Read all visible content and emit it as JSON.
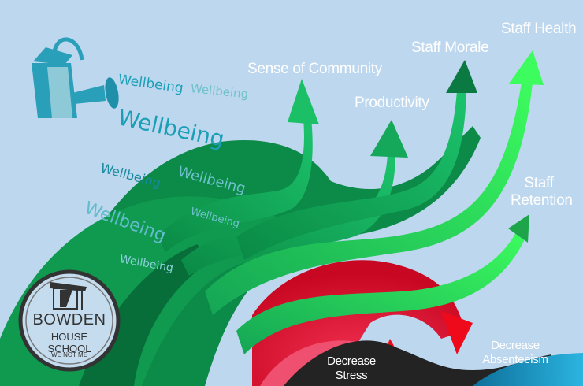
{
  "labels": {
    "sense_of_community": "Sense of Community",
    "productivity": "Productivity",
    "staff_morale": "Staff Morale",
    "staff_health": "Staff Health",
    "staff_retention_1": "Staff",
    "staff_retention_2": "Retention",
    "decrease_stress_1": "Decrease",
    "decrease_stress_2": "Stress",
    "decrease_absenteeism_1": "Decrease",
    "decrease_absenteeism_2": "Absenteeism"
  },
  "wellbeing_words": [
    "Wellbeing",
    "Wellbeing",
    "Wellbeing",
    "Wellbeing",
    "Wellbeing",
    "Wellbeing",
    "Wellbeing",
    "Wellbeing"
  ],
  "logo": {
    "name_line1": "BOWDEN",
    "name_line2": "HOUSE SCHOOL",
    "motto": "WE NOT ME"
  },
  "colors": {
    "background": "#bdd7ee",
    "dark_green": "#0b8a48",
    "mid_green": "#11b064",
    "bright_green": "#2ef55e",
    "red": "#e0102e",
    "black": "#222222",
    "teal": "#1aa0b8"
  }
}
